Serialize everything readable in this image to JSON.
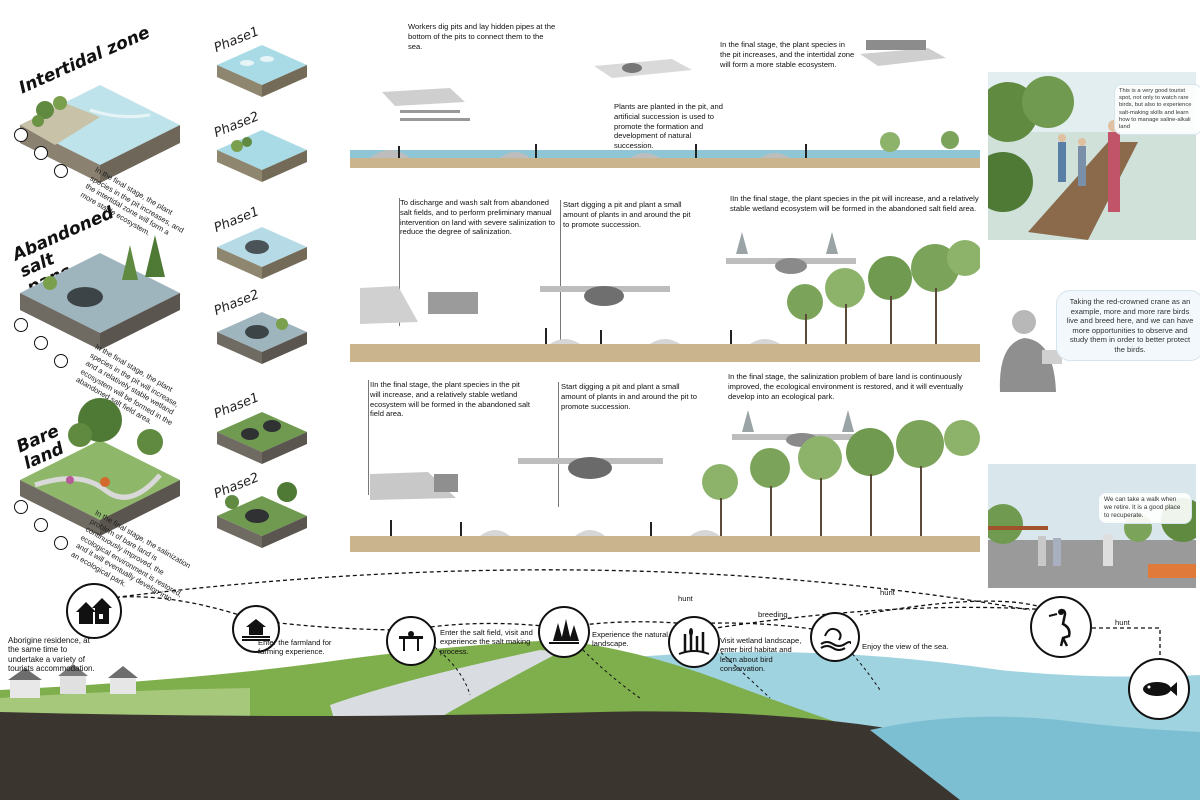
{
  "zones": [
    {
      "title": "Intertidal zone",
      "phases": [
        "Phase1",
        "Phase2"
      ],
      "final_note": "In the final stage, the plant species in the pit increases, and the intertidal zone will form a more stable ecosystem."
    },
    {
      "title": "Abandoned salt pans",
      "phases": [
        "Phase1",
        "Phase2"
      ],
      "final_note": "In the final stage, the plant species in the pit will increase, and a relatively stable wetland ecosystem will be formed in the abandoned salt field area."
    },
    {
      "title": "Bare land",
      "phases": [
        "Phase1",
        "Phase2"
      ],
      "final_note": "In the final stage, the salinization problem of bare land is continuously improved, the ecological environment is restored, and it will eventually develop into an ecological park."
    }
  ],
  "row1": {
    "step1": "Workers dig pits and lay hidden pipes at the bottom of the pits to connect them to the sea.",
    "step2": "Plants are planted in the pit, and artificial succession is used to promote the formation and development of natural succession.",
    "step3": "In the final stage, the plant species in the pit increases, and the intertidal zone will form a more stable ecosystem."
  },
  "row2": {
    "step1": "To discharge and wash salt from abandoned salt fields, and to perform preliminary manual intervention on land with severe salinization to reduce the degree of salinization.",
    "step2": "Start digging a pit and plant a small amount of plants in and around the pit to promote succession.",
    "step3": "IIn the final stage, the plant species in the pit will increase, and a relatively stable wetland ecosystem will be formed in the abandoned salt field area."
  },
  "row3": {
    "step1": "IIn the final stage, the plant species in the pit will increase, and a relatively stable wetland ecosystem will be formed in the abandoned salt field area.",
    "step2": "Start digging a pit and plant a small amount of plants in and around the pit to promote succession.",
    "step3": "In the final stage, the salinization problem of bare land is continuously improved, the ecological environment is restored, and it will eventually develop into an ecological park."
  },
  "callouts": {
    "boardwalk": "This is a very good tourist spot, not only to watch rare birds, but also to experience salt-making skills and learn how to manage saline-alkali land",
    "crane": "Taking the red-crowned crane as an example, more and more rare birds live and breed here, and we can have more opportunities to observe and study them in order to better protect the birds.",
    "plaza": "We can take a walk when we retire. It is a good place to recuperate."
  },
  "journey": {
    "stops": [
      {
        "icon": "residence-icon",
        "text": "Aborigine residence, at the same time to undertake a variety of tourists accommodation."
      },
      {
        "icon": "farmland-icon",
        "text": "Enter the farmland for farming experience."
      },
      {
        "icon": "salt-field-icon",
        "text": "Enter the salt field, visit and experience the salt making process."
      },
      {
        "icon": "forest-icon",
        "text": "Experience the natural landscape."
      },
      {
        "icon": "wetland-icon",
        "text": "Visit wetland landscape, enter bird habitat and learn about bird conservation."
      },
      {
        "icon": "sea-view-icon",
        "text": "Enjoy the view of the sea."
      },
      {
        "icon": "crane-icon",
        "text": ""
      },
      {
        "icon": "fish-icon",
        "text": ""
      }
    ],
    "link_labels": {
      "hunt1": "hunt",
      "breeding": "breeding",
      "hunt2": "hunt",
      "hunt3": "hunt"
    }
  },
  "colors": {
    "sea": "#9fd3e0",
    "grass": "#7fae4c",
    "soil": "#c9b48e",
    "earth": "#3b3530",
    "ink": "#111111"
  }
}
